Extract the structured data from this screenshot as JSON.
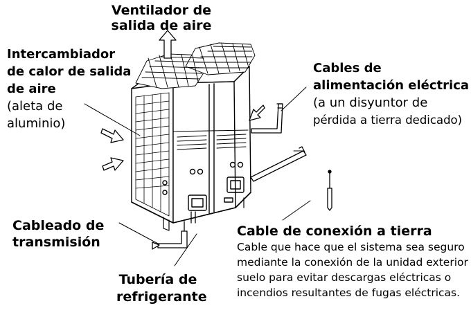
{
  "labels": {
    "fan": {
      "line1": "Ventilador de",
      "line2": "salida de aire"
    },
    "heat_exchanger": {
      "line1": "Intercambiador",
      "line2": "de calor de salida",
      "line3": "de aire",
      "line4": "(aleta de",
      "line5": "aluminio)"
    },
    "power_cables": {
      "line1": "Cables de",
      "line2": "alimentación eléctrica",
      "line3": "(a un disyuntor de",
      "line4": "pérdida a tierra dedicado)"
    },
    "transmission": {
      "line1": "Cableado de",
      "line2": "transmisión"
    },
    "ground": {
      "title": "Cable de conexión a tierra",
      "line1": "Cable que hace que el sistema sea seguro",
      "line2": "mediante la conexión de la unidad exterior a",
      "line3": "suelo para evitar descargas eléctricas o",
      "line4": "incendios resultantes de fugas eléctricas."
    },
    "refrigerant": {
      "line1": "Tubería de",
      "line2": "refrigerante"
    }
  },
  "colors": {
    "ink": "#000000",
    "background": "#ffffff"
  }
}
